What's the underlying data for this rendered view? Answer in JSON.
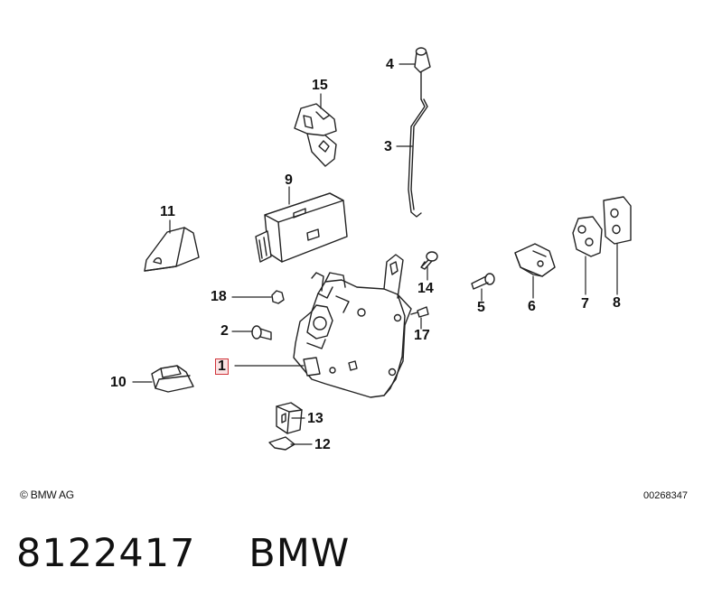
{
  "callouts": {
    "c1": "1",
    "c2": "2",
    "c3": "3",
    "c4": "4",
    "c5": "5",
    "c6": "6",
    "c7": "7",
    "c8": "8",
    "c9": "9",
    "c10": "10",
    "c11": "11",
    "c12": "12",
    "c13": "13",
    "c14": "14",
    "c15": "15",
    "c17": "17",
    "c18": "18"
  },
  "highlighted_callout": "1",
  "highlight_color": "#d0343a",
  "copyright": "© BMW AG",
  "doc_number": "00268347",
  "footer": {
    "part_number": "8122417",
    "brand": "BMW"
  }
}
